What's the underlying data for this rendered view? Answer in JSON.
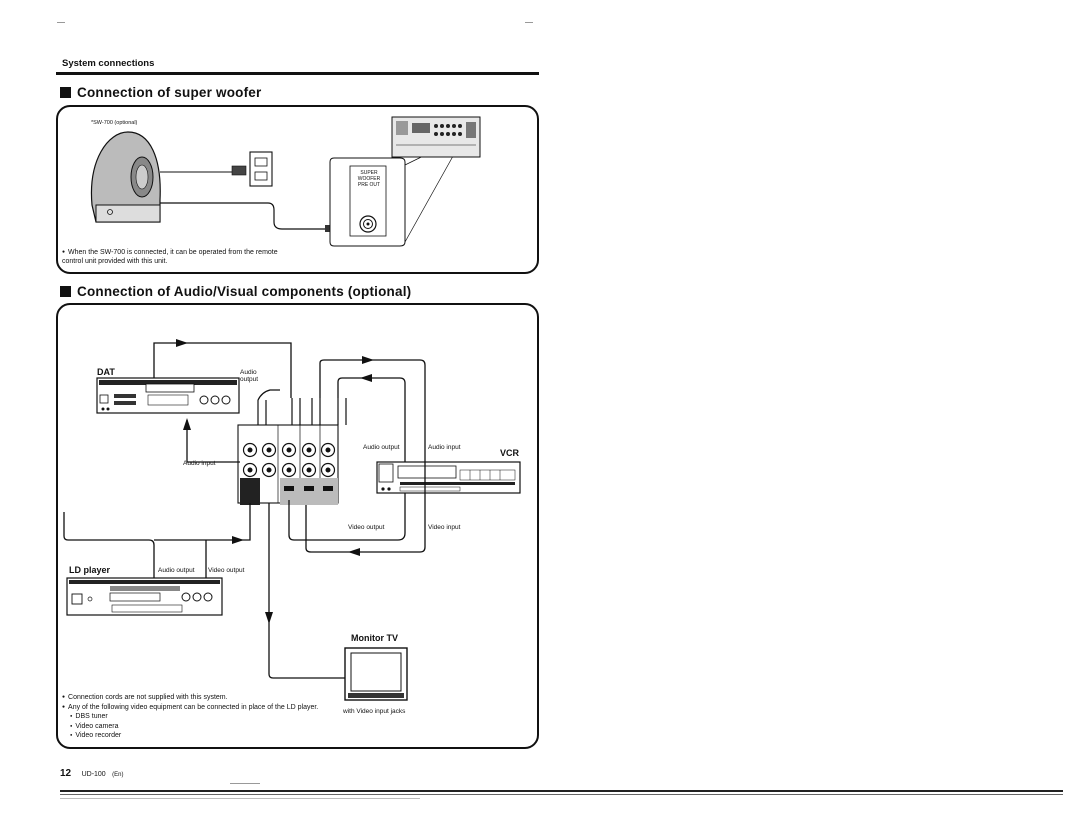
{
  "header": {
    "section": "System connections"
  },
  "woofer_section": {
    "heading": "Connection of super woofer",
    "woofer_label": "*SW-700 (optional)",
    "jack_label": "SUPER WOOFER PRE OUT",
    "note": "When the SW-700 is connected, it can be operated from the remote control unit provided with this unit."
  },
  "av_section": {
    "heading": "Connection of Audio/Visual components (optional)",
    "dat_label": "DAT",
    "dat_audio_output": "Audio output",
    "dat_audio_input": "Audio input",
    "vcr_label": "VCR",
    "vcr_audio_output": "Audio output",
    "vcr_audio_input": "Audio input",
    "vcr_video_output": "Video output",
    "vcr_video_input": "Video input",
    "ld_label": "LD player",
    "ld_audio_output": "Audio output",
    "ld_video_output": "Video output",
    "tv_label": "Monitor TV",
    "tv_caption": "with Video input jacks",
    "notes": [
      "Connection cords are not supplied with this system.",
      "Any of the following video equipment can be connected in place of the LD player."
    ],
    "sub_items": [
      "DBS tuner",
      "Video camera",
      "Video recorder"
    ]
  },
  "footer": {
    "page_number": "12",
    "model": "UD-100",
    "lang": "(En)"
  }
}
